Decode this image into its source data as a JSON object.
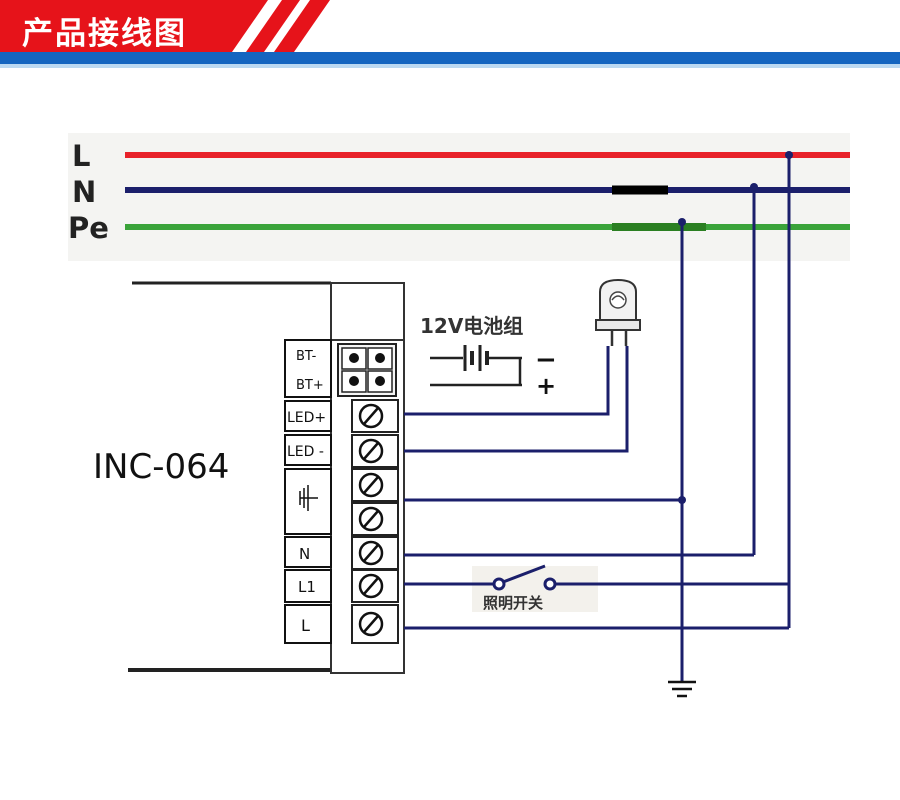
{
  "header": {
    "title": "产品接线图",
    "colors": {
      "banner": "#e6131a",
      "stripe": "#1565c0",
      "rule": "#2e8bd6"
    }
  },
  "diagram": {
    "bus_labels": {
      "L": "L",
      "N": "N",
      "Pe": "Pe"
    },
    "bus_colors": {
      "L": "#e8222a",
      "N": "#1b1f6b",
      "Pe": "#3aa33a"
    },
    "battery_label": "12V电池组",
    "battery_minus": "−",
    "battery_plus": "+",
    "device_name": "INC-064",
    "terminals": {
      "bt_minus": "BT-",
      "bt_plus": "BT+",
      "led_plus": "LED+",
      "led_minus": "LED -",
      "n": "N",
      "l1": "L1",
      "l": "L"
    },
    "switch_label": "照明开关",
    "wire_color": "#1b1f6b",
    "icons": [
      "lamp-icon",
      "battery-icon",
      "ground-icon",
      "earth-symbol-icon",
      "screw-icon",
      "switch-icon"
    ]
  }
}
